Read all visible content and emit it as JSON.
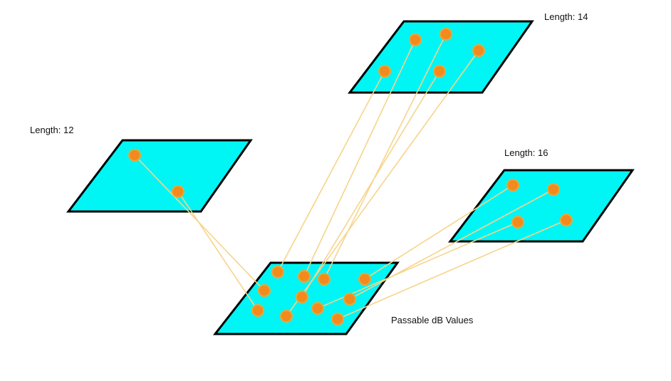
{
  "colors": {
    "plane_fill": "#00f5f5",
    "plane_stroke": "#000000",
    "dot_fill": "#f28a1e",
    "dot_stroke": "#e8a838",
    "connector": "#f7d48a"
  },
  "labels": {
    "top_plane": "Length: 14",
    "left_plane": "Length: 12",
    "right_plane": "Length: 16",
    "bottom_plane": "Passable dB Values"
  },
  "planes": {
    "top": {
      "label": "Length: 14",
      "dot_count": 5
    },
    "left": {
      "label": "Length: 12",
      "dot_count": 2
    },
    "right": {
      "label": "Length: 16",
      "dot_count": 4
    },
    "bottom": {
      "label": "Passable dB Values",
      "dot_count": 11
    }
  },
  "connections": {
    "left_to_bottom": 2,
    "top_to_bottom": 5,
    "right_to_bottom": 4
  }
}
